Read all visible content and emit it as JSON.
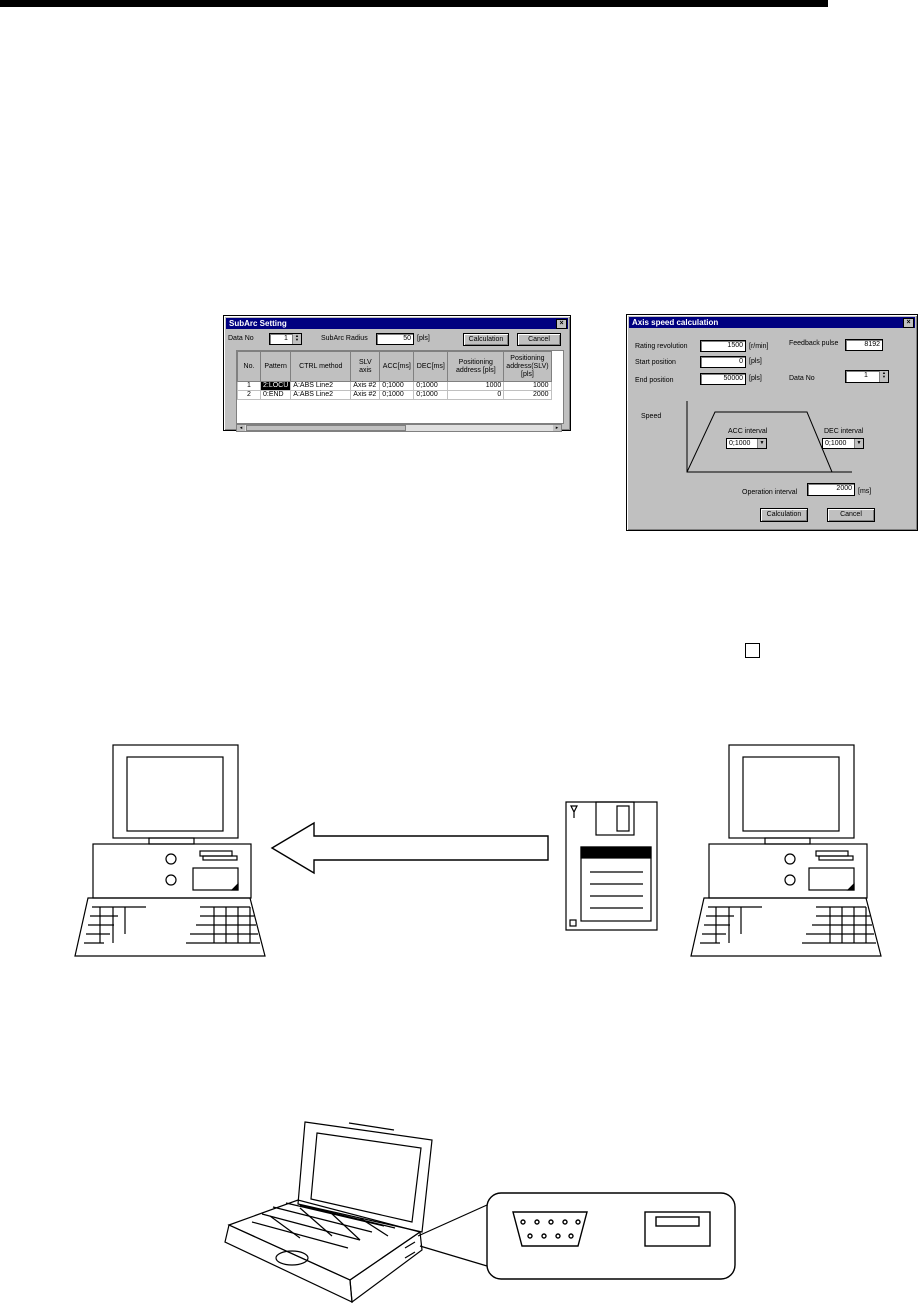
{
  "subarc": {
    "title": "SubArc Setting",
    "close": "×",
    "data_no_label": "Data No",
    "data_no": "1",
    "radius_label": "SubArc Radius",
    "radius": "50",
    "radius_unit": "[pls]",
    "calc_button": "Calculation",
    "cancel_button": "Cancel",
    "columns": [
      "No.",
      "Pattern",
      "CTRL method",
      "SLV axis",
      "ACC[ms]",
      "DEC[ms]",
      "Positioning address [pls]",
      "Positioning address(SLV) [pls]"
    ],
    "rows": [
      [
        "1",
        "2:LOCU",
        "A:ABS Line2",
        "Axis #2",
        "0;1000",
        "0;1000",
        "1000",
        "1000"
      ],
      [
        "2",
        "0:END",
        "A:ABS Line2",
        "Axis #2",
        "0;1000",
        "0;1000",
        "0",
        "2000"
      ]
    ]
  },
  "axis_speed": {
    "title": "Axis speed calculation",
    "close": "×",
    "rating_label": "Rating revolution",
    "rating": "1500",
    "rating_unit": "[r/min]",
    "feedback_label": "Feedback pulse",
    "feedback": "8192",
    "start_label": "Start position",
    "start": "0",
    "start_unit": "[pls]",
    "end_label": "End position",
    "end": "50000",
    "end_unit": "[pls]",
    "data_no_label": "Data No",
    "data_no": "1",
    "speed_label": "Speed",
    "acc_label": "ACC interval",
    "acc": "0;1000",
    "dec_label": "DEC interval",
    "dec": "0;1000",
    "op_label": "Operation interval",
    "op": "2000",
    "op_unit": "[ms]",
    "calc_button": "Calculation",
    "cancel_button": "Cancel"
  }
}
